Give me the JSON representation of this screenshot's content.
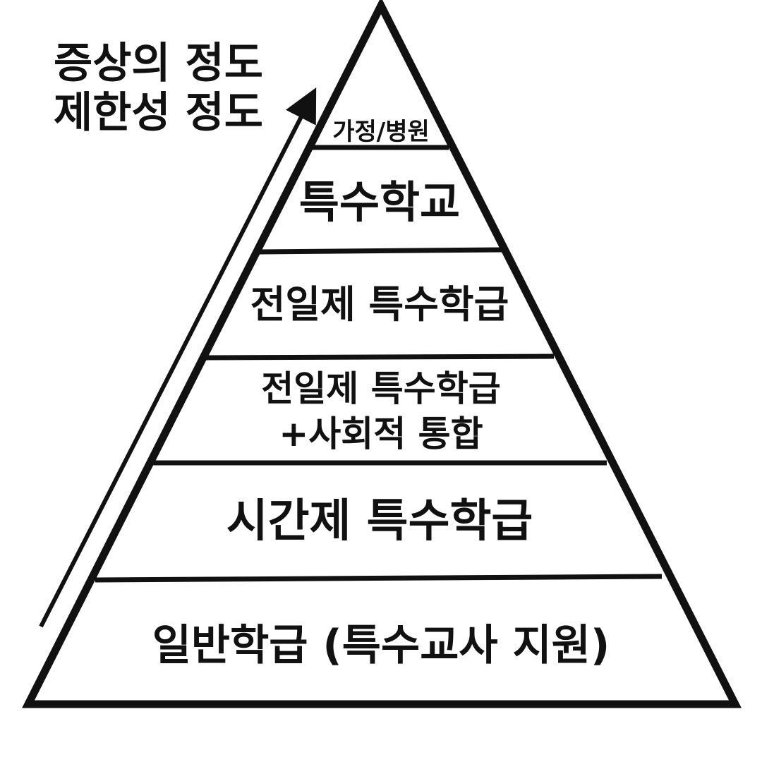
{
  "diagram": {
    "side_label": {
      "line1": "증상의 정도",
      "line2": "제한성 정도"
    },
    "levels": [
      {
        "lines": [
          "가정/병원"
        ]
      },
      {
        "lines": [
          "특수학교"
        ]
      },
      {
        "lines": [
          "전일제 특수학급"
        ]
      },
      {
        "lines": [
          "전일제 특수학급",
          "+사회적 통합"
        ]
      },
      {
        "lines": [
          "시간제 특수학급"
        ]
      },
      {
        "lines": [
          "일반학급 (특수교사 지원)"
        ]
      }
    ]
  },
  "colors": {
    "stroke": "#111111",
    "fill": "#ffffff",
    "text": "#111111"
  }
}
